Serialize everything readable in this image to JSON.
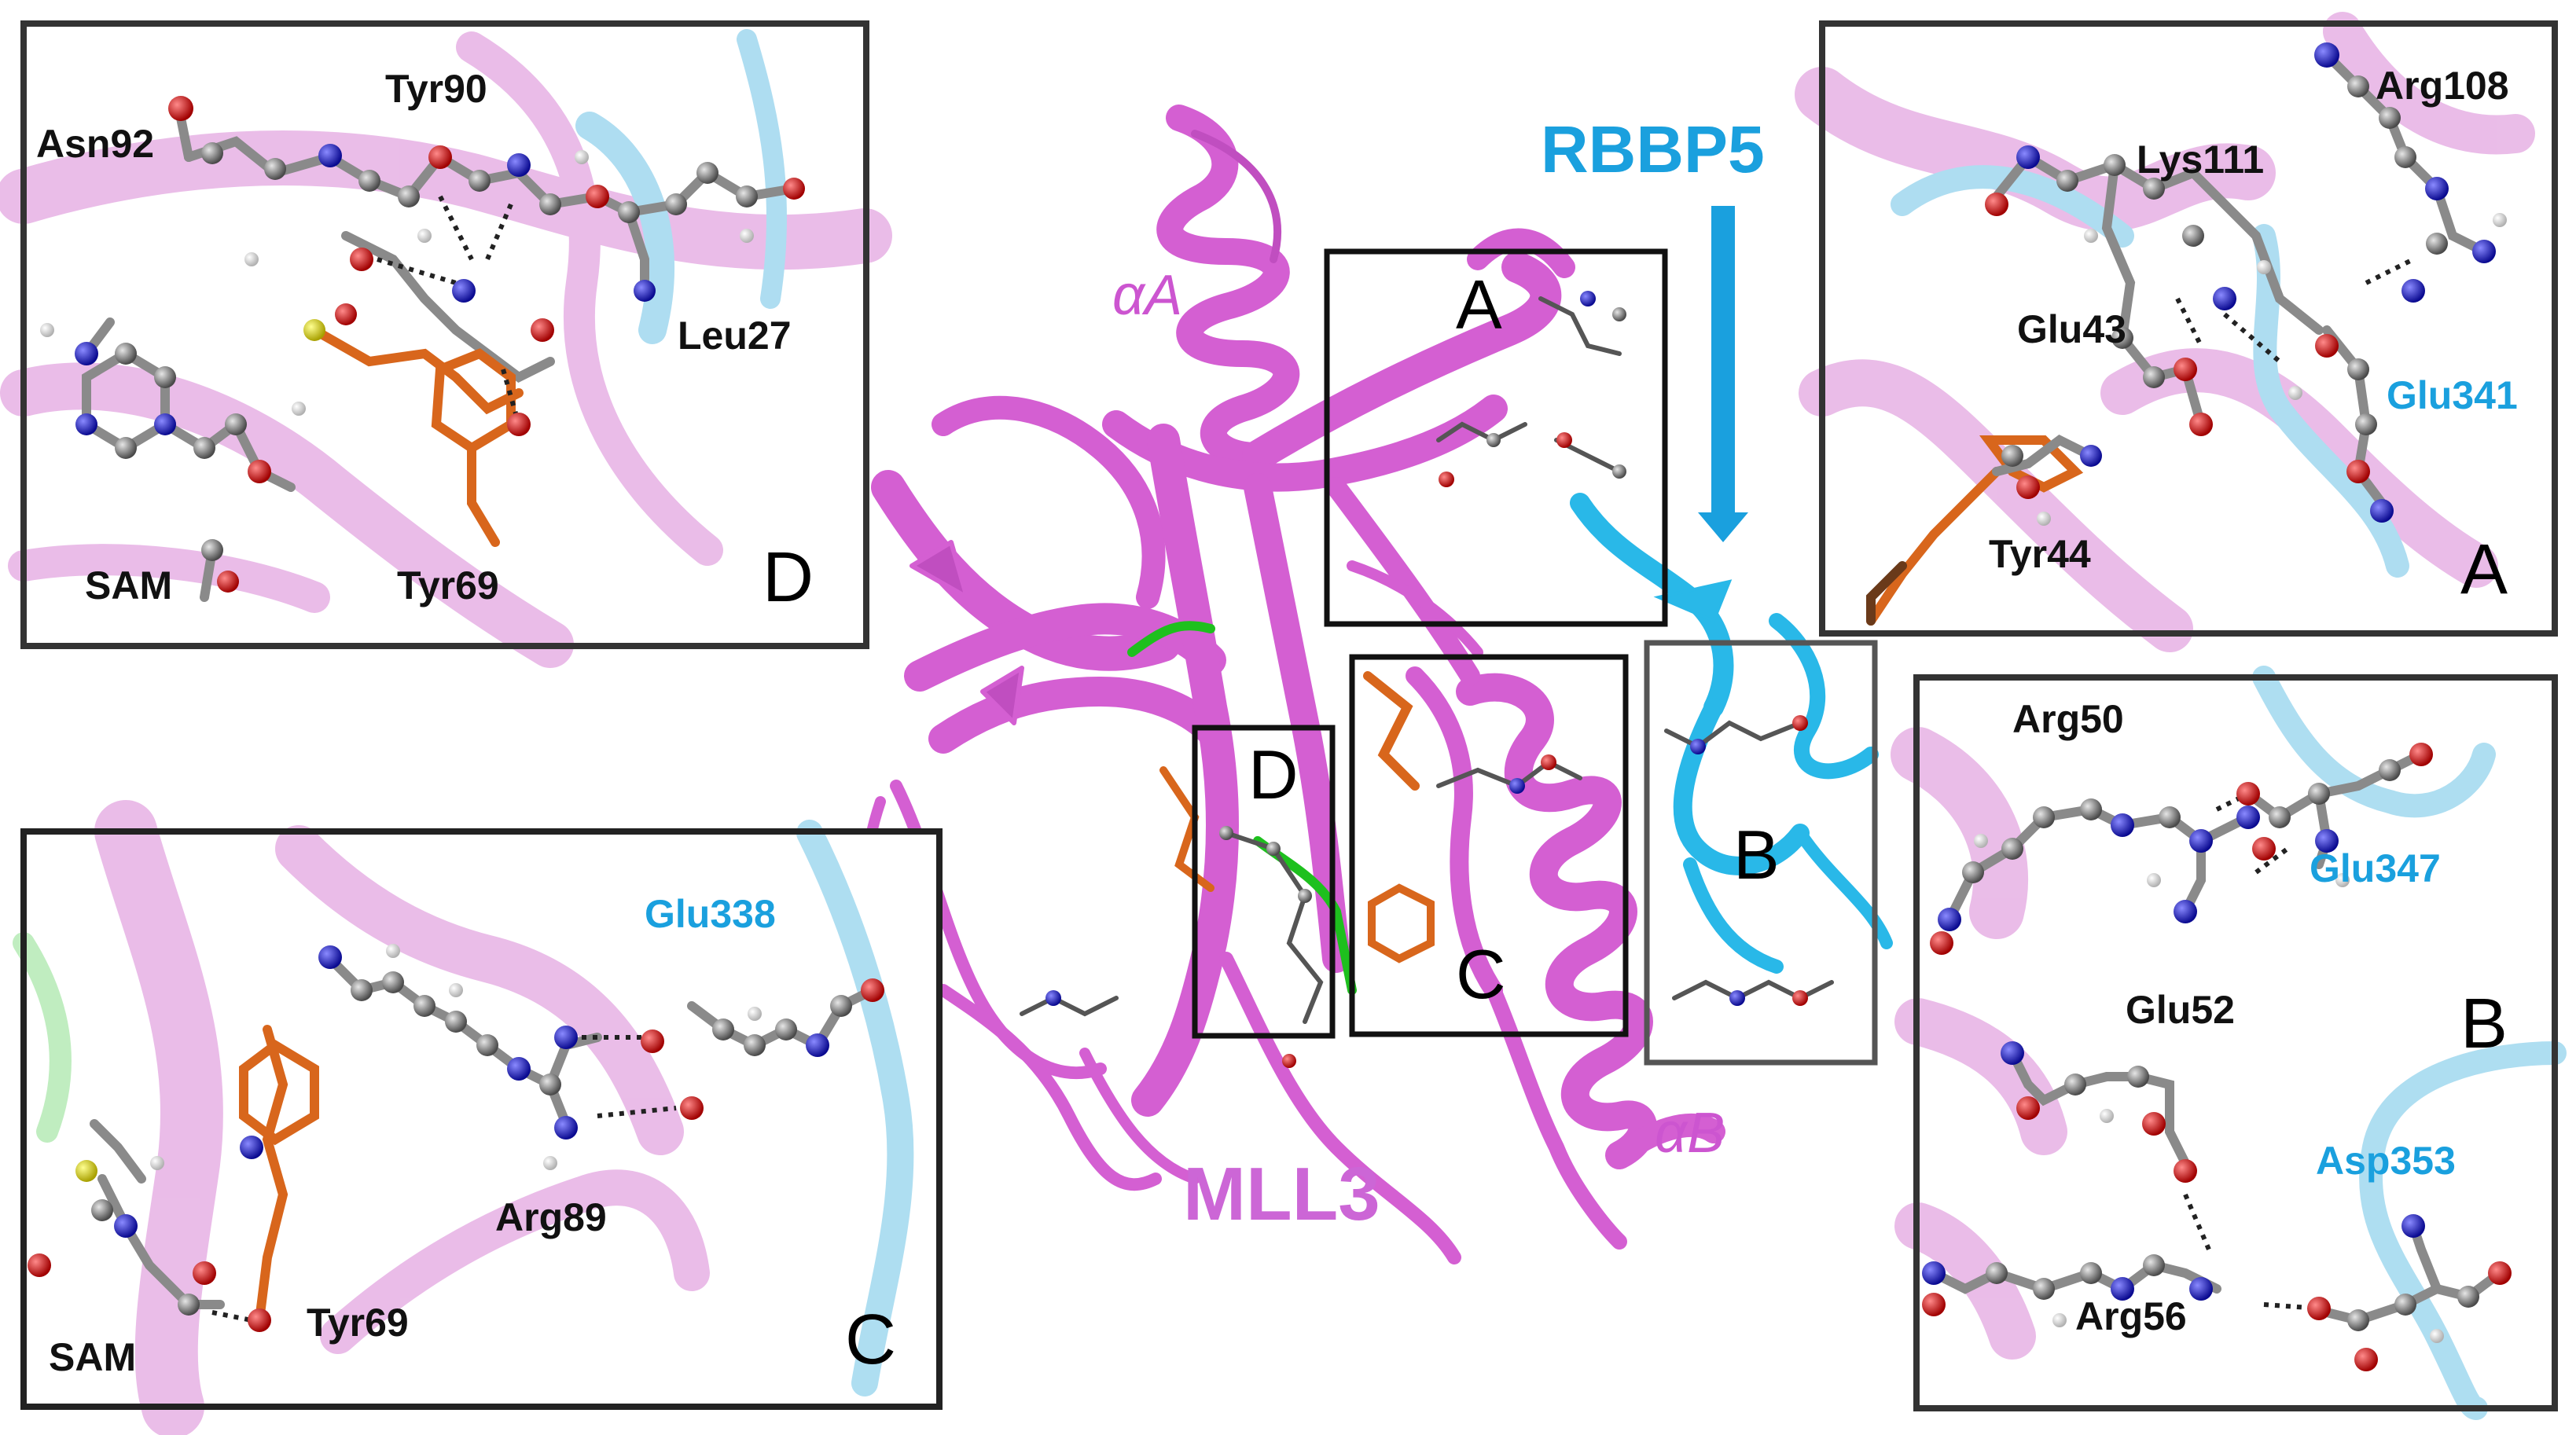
{
  "colors": {
    "mll3": "#d86fd6",
    "rbbp5": "#1aa0de",
    "carbon": "#8a8a8a",
    "oxygen": "#e01010",
    "nitrogen": "#1818d0",
    "hydrogen": "#f0f0f0",
    "sulfur": "#e8e020",
    "aromatic": "#d8661c",
    "ligand_green": "#1ec01e"
  },
  "center": {
    "protein_label": "MLL3",
    "partner_label": "RBBP5",
    "helix_a": "αA",
    "helix_b": "αB",
    "box_a": "A",
    "box_b": "B",
    "box_c": "C",
    "box_d": "D"
  },
  "panel_d": {
    "letter": "D",
    "residues": [
      "Asn92",
      "Tyr90",
      "Leu27",
      "SAM",
      "Tyr69"
    ]
  },
  "panel_a": {
    "letter": "A",
    "residues": [
      "Arg108",
      "Lys111",
      "Glu43",
      "Tyr44"
    ],
    "partner_residues": [
      "Glu341"
    ]
  },
  "panel_b": {
    "letter": "B",
    "residues": [
      "Arg50",
      "Glu52",
      "Arg56"
    ],
    "partner_residues": [
      "Glu347",
      "Asp353"
    ]
  },
  "panel_c": {
    "letter": "C",
    "residues": [
      "Arg89",
      "SAM",
      "Tyr69"
    ],
    "partner_residues": [
      "Glu338"
    ]
  }
}
